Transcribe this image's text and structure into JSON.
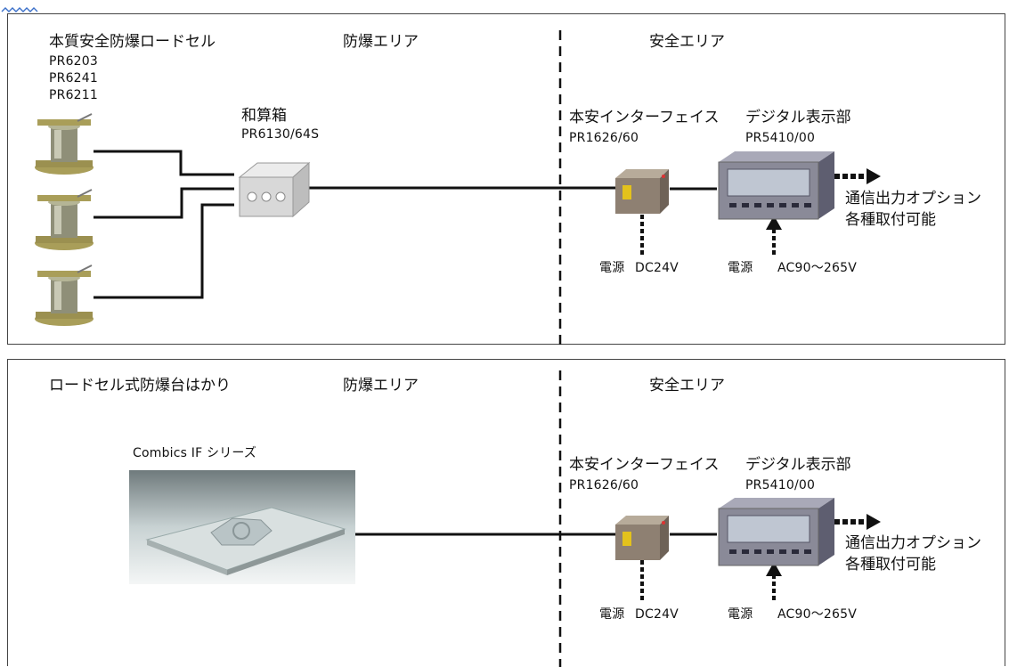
{
  "panel1": {
    "heading_left": "本質安全防爆ロードセル",
    "models": [
      "PR6203",
      "PR6241",
      "PR6211"
    ],
    "hazard_area": "防爆エリア",
    "safe_area": "安全エリア",
    "junction_box": {
      "name": "和算箱",
      "model": "PR6130/64S"
    },
    "interface": {
      "name": "本安インターフェイス",
      "model": "PR1626/60",
      "power_label": "電源",
      "power_value": "DC24V"
    },
    "display": {
      "name": "デジタル表示部",
      "model": "PR5410/00",
      "power_label": "電源",
      "power_value": "AC90～265V"
    },
    "option_line1": "通信出力オプション",
    "option_line2": "各種取付可能"
  },
  "panel2": {
    "heading_left": "ロードセル式防爆台はかり",
    "hazard_area": "防爆エリア",
    "safe_area": "安全エリア",
    "scale_name": "Combics IF シリーズ",
    "interface": {
      "name": "本安インターフェイス",
      "model": "PR1626/60",
      "power_label": "電源",
      "power_value": "DC24V"
    },
    "display": {
      "name": "デジタル表示部",
      "model": "PR5410/00",
      "power_label": "電源",
      "power_value": "AC90～265V"
    },
    "option_line1": "通信出力オプション",
    "option_line2": "各種取付可能"
  },
  "colors": {
    "wire": "#111111",
    "frame": "#444444",
    "cell_body": "#8f8f78",
    "cell_base": "#a99e59",
    "box": "#d8d8d8",
    "display_body": "#8a8a98",
    "display_screen": "#bfc6d2",
    "platform": "#cfd8d8",
    "background": "#ffffff"
  }
}
